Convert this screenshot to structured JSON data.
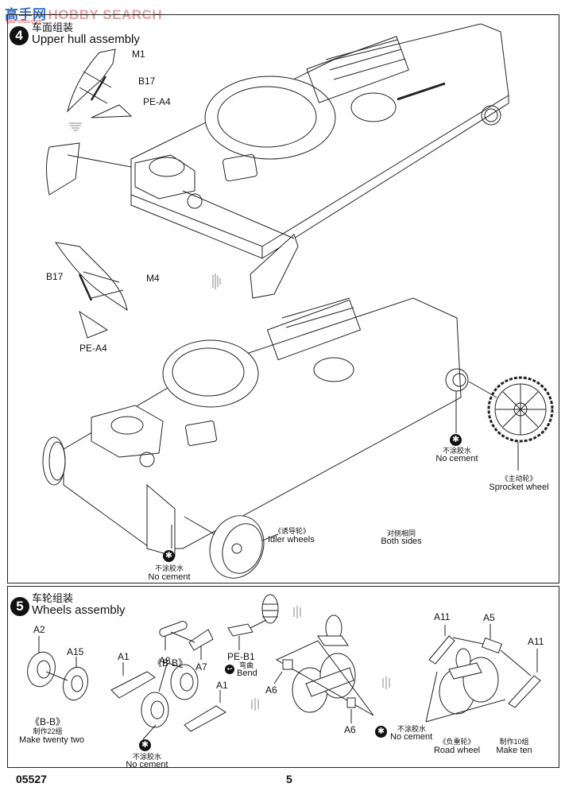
{
  "watermark": {
    "logo_text": "高手网",
    "brand_text": "HOBBY SEARCH",
    "sub_text": "gao-shou.com"
  },
  "step4": {
    "number": "4",
    "title_zh": "车面组装",
    "title_en": "Upper hull assembly",
    "part_labels": {
      "m1": "M1",
      "b17_top": "B17",
      "pe_a4_top": "PE-A4",
      "b17_bottom": "B17",
      "m4": "M4",
      "pe_a4_bottom": "PE-A4"
    },
    "no_cement_sprocket": {
      "zh": "不涂胶水",
      "en": "No cement"
    },
    "sprocket": {
      "zh": "《主动轮》",
      "en": "Sprocket wheel"
    },
    "idler": {
      "zh": "《诱导轮》",
      "en": "Idler wheels"
    },
    "both_sides": {
      "zh": "对侧相同",
      "en": "Both sides"
    },
    "no_cement_idler": {
      "zh": "不涂胶水",
      "en": "No cement"
    }
  },
  "step5": {
    "number": "5",
    "title_zh": "车轮组装",
    "title_en": "Wheels assembly",
    "part_labels": {
      "a2": "A2",
      "a15": "A15",
      "a1_left": "A1",
      "bb_mid": "《B-B》",
      "a8": "A8",
      "a7": "A7",
      "a1_right": "A1",
      "pe_b1": "PE-B1",
      "a6_left": "A6",
      "a6_right": "A6",
      "a11_left": "A11",
      "a5": "A5",
      "a11_right": "A11"
    },
    "bb_group": {
      "name": "《B-B》",
      "zh": "制作22组",
      "en": "Make twenty two"
    },
    "bend": {
      "zh": "弯曲",
      "en": "Bend"
    },
    "no_cement_bb": {
      "zh": "不涂胶水",
      "en": "No cement"
    },
    "no_cement_road": {
      "zh": "不涂胶水",
      "en": "No cement"
    },
    "road_wheel": {
      "zh": "《负重轮》",
      "en": "Road wheel"
    },
    "make_ten": {
      "zh": "制作10组",
      "en": "Make ten"
    }
  },
  "footer": {
    "kit_number": "05527",
    "page_number": "5"
  },
  "icons": {
    "no_cement": "✱",
    "bend": "↩"
  }
}
